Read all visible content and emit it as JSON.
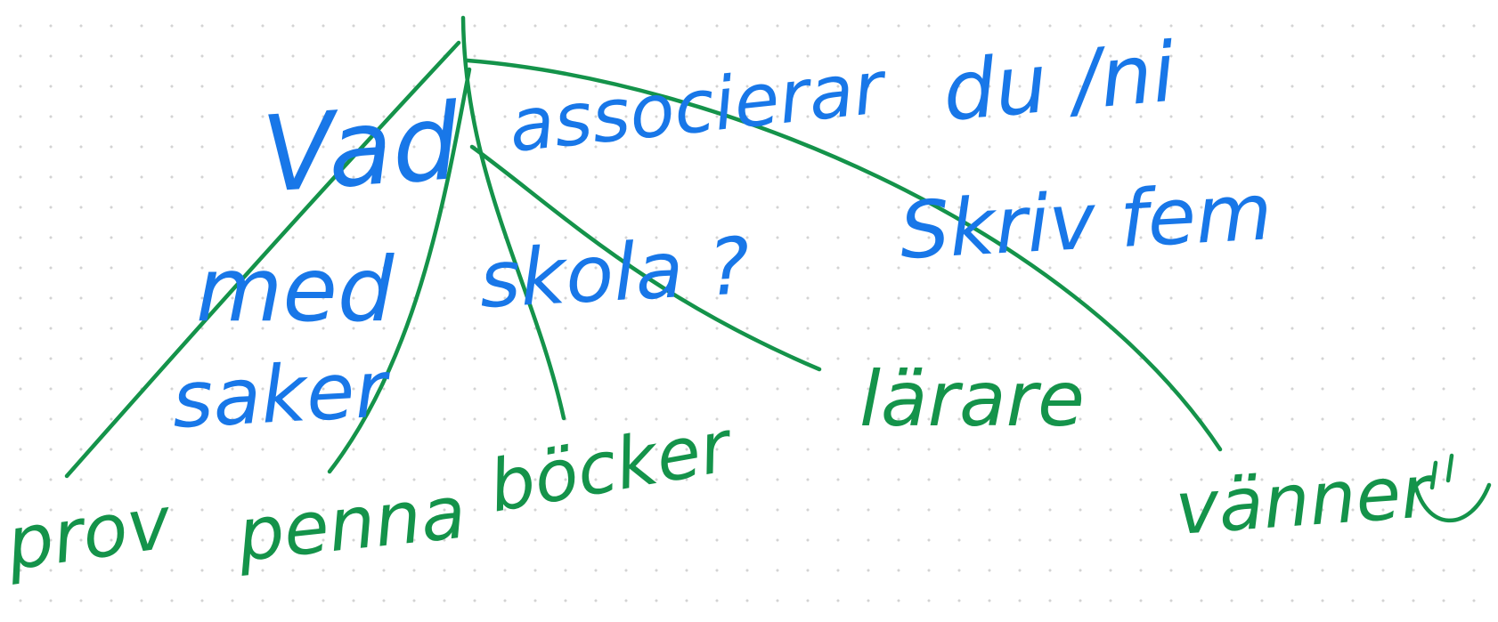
{
  "question": {
    "line1_word1": "Vad",
    "line1_word2": "associerar",
    "line1_word3": "du /ni",
    "line2_word1": "med",
    "line2_word2": "skola ?",
    "line2_word3": "Skriv fem",
    "line3_word1": "saker"
  },
  "answers": {
    "a1": "prov",
    "a2": "penna",
    "a3": "böcker",
    "a4": "lärare",
    "a5": "vänner"
  },
  "colors": {
    "question_ink": "#1877e8",
    "answer_ink": "#14934a",
    "dot_grid": "#d3d3d3",
    "background": "#ffffff"
  },
  "icons": {
    "smiley": "smiley-face-icon"
  }
}
